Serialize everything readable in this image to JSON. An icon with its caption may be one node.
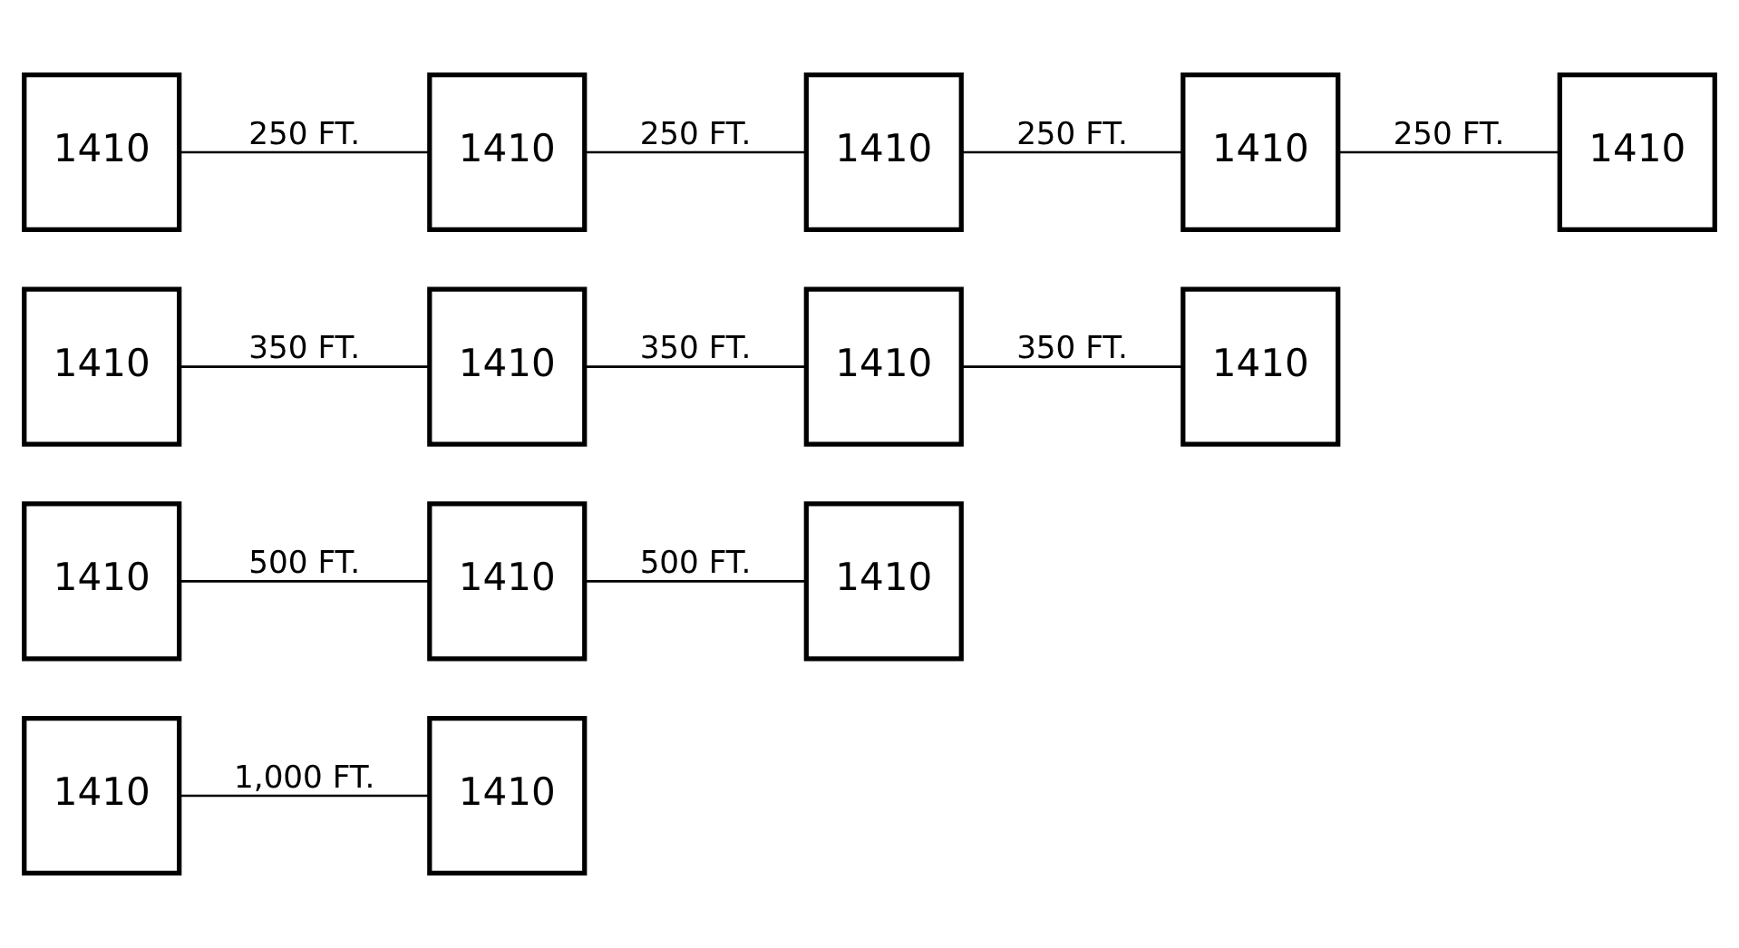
{
  "diagram": {
    "nodes": [
      {
        "text": [
          "1410"
        ]
      },
      {
        "text": [
          "1410"
        ]
      },
      {
        "text": [
          "1410"
        ]
      },
      {
        "text": [
          "1410"
        ]
      },
      {
        "text": [
          "1410"
        ]
      },
      {
        "text": [
          "1410"
        ]
      },
      {
        "text": [
          "1410"
        ]
      },
      {
        "text": [
          "1410"
        ]
      },
      {
        "text": [
          "1410"
        ]
      },
      {
        "text": [
          "1410"
        ]
      },
      {
        "text": [
          "1410"
        ]
      },
      {
        "text": [
          "1410"
        ]
      },
      {
        "text": [
          "1410"
        ]
      },
      {
        "text": [
          "1410"
        ]
      }
    ],
    "edges": [
      {
        "from": 0,
        "to": 1,
        "arrow": "none",
        "label": "1,000 FT."
      },
      {
        "from": 2,
        "to": 3,
        "arrow": "none",
        "label": "500 FT."
      },
      {
        "from": 3,
        "to": 4,
        "arrow": "none",
        "label": "500 FT."
      },
      {
        "from": 5,
        "to": 6,
        "arrow": "none",
        "label": "350 FT."
      },
      {
        "from": 6,
        "to": 7,
        "arrow": "none",
        "label": "350 FT."
      },
      {
        "from": 7,
        "to": 8,
        "arrow": "none",
        "label": "350 FT."
      },
      {
        "from": 9,
        "to": 10,
        "arrow": "none",
        "label": "250 FT."
      },
      {
        "from": 10,
        "to": 11,
        "arrow": "none",
        "label": "250 FT."
      },
      {
        "from": 11,
        "to": 12,
        "arrow": "none",
        "label": "250 FT."
      },
      {
        "from": 12,
        "to": 13,
        "arrow": "none",
        "label": "250 FT."
      }
    ]
  }
}
